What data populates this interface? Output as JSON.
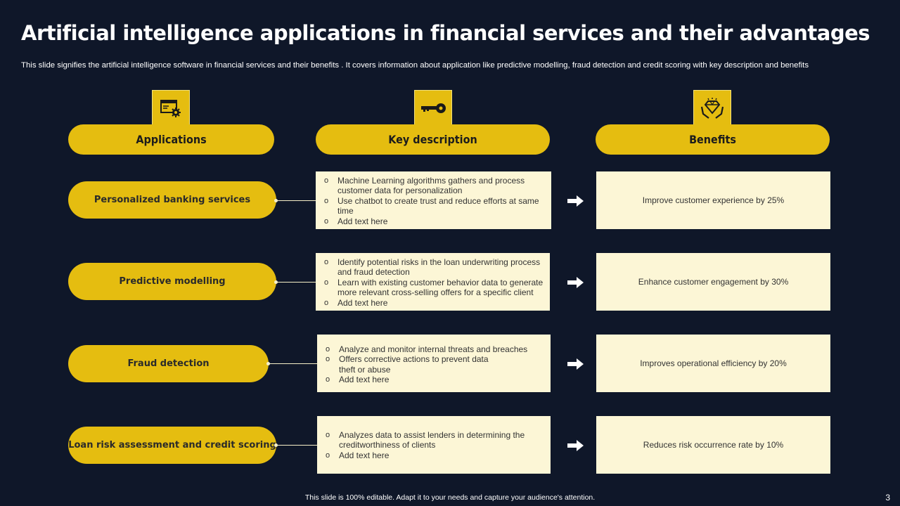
{
  "title": "Artificial intelligence applications in financial services and their advantages",
  "subtitle": "This slide signifies the artificial intelligence software in financial services and their benefits . It covers information about application like predictive modelling, fraud detection and credit scoring with key description and benefits",
  "headers": {
    "applications": "Applications",
    "key_description": "Key description",
    "benefits": "Benefits"
  },
  "header_icons": [
    "settings-window-icon",
    "key-icon",
    "diamond-hands-icon"
  ],
  "rows": [
    {
      "application": "Personalized banking services",
      "bullets": [
        "Machine Learning algorithms gathers and process customer data for personalization",
        "Use chatbot to create trust and reduce efforts at same time",
        "Add text here"
      ],
      "benefit": "Improve customer experience by 25%"
    },
    {
      "application": "Predictive modelling",
      "bullets": [
        "Identify potential risks in the loan underwriting process and fraud detection",
        "Learn with existing customer behavior data to generate more relevant cross-selling offers for a specific client",
        "Add text here"
      ],
      "benefit": "Enhance customer engagement by 30%"
    },
    {
      "application": "Fraud detection",
      "bullets": [
        "Analyze and monitor internal threats and breaches",
        "Offers corrective actions to prevent data theft or abuse",
        "Add text here"
      ],
      "benefit": "Improves operational efficiency by 20%"
    },
    {
      "application": "Loan risk assessment and credit scoring",
      "bullets": [
        "Analyzes data to assist lenders in determining the creditworthiness of clients",
        "Add text here"
      ],
      "benefit": "Reduces risk occurrence rate by 10%"
    }
  ],
  "footer": "This slide is 100% editable. Adapt it to your needs and capture your audience's attention.",
  "page_number": "3",
  "colors": {
    "background": "#0f1729",
    "accent": "#e5bd10",
    "box": "#fcf6d6"
  }
}
